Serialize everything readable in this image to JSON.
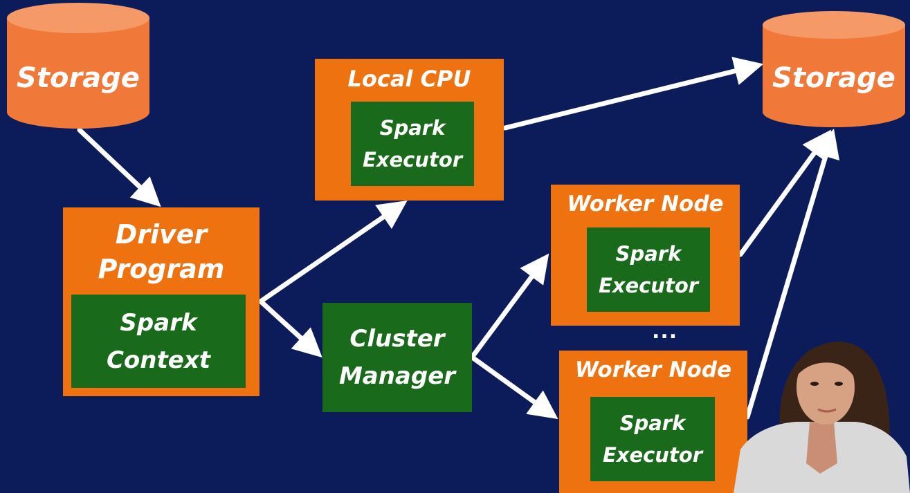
{
  "storage_left": {
    "label": "Storage"
  },
  "storage_right": {
    "label": "Storage"
  },
  "driver": {
    "title_line1": "Driver",
    "title_line2": "Program",
    "inner_line1": "Spark",
    "inner_line2": "Context"
  },
  "local_cpu": {
    "title": "Local CPU",
    "inner_line1": "Spark",
    "inner_line2": "Executor"
  },
  "cluster_manager": {
    "line1": "Cluster",
    "line2": "Manager"
  },
  "worker1": {
    "title": "Worker Node",
    "inner_line1": "Spark",
    "inner_line2": "Executor"
  },
  "worker2": {
    "title": "Worker Node",
    "inner_line1": "Spark",
    "inner_line2": "Executor"
  },
  "ellipsis": "...",
  "colors": {
    "background": "#0c1c5a",
    "orange": "#ee7310",
    "green": "#1a6a1c",
    "arrow": "#ffffff"
  }
}
